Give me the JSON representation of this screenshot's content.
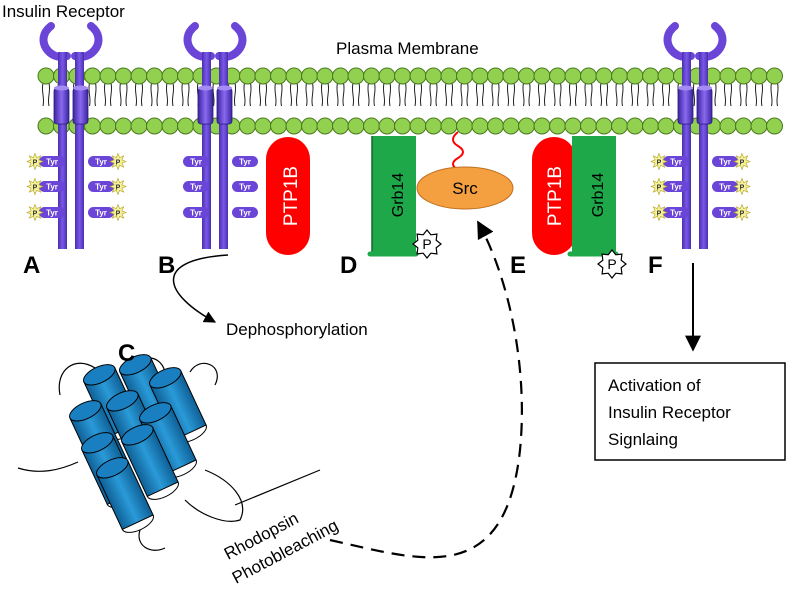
{
  "title_label": "Insulin Receptor",
  "membrane_label": "Plasma Membrane",
  "panels": {
    "a": "A",
    "b": "B",
    "c": "C",
    "d": "D",
    "e": "E",
    "f": "F"
  },
  "residue_label": "Tyr",
  "phospho_label": "P",
  "proteins": {
    "ptp1b": "PTP1B",
    "grb14": "Grb14",
    "src": "Src"
  },
  "dephosphorylation_label": "Dephosphorylation",
  "rhodopsin_label": "Rhodopsin",
  "photobleaching_label": "Photobleaching",
  "activation_box": {
    "line1": "Activation of",
    "line2": "Insulin Receptor",
    "line3": "Signlaing"
  },
  "colors": {
    "receptor": "#6a45d8",
    "receptor_dark": "#2a1a7a",
    "lipid_head": "#92d050",
    "ptp1b": "#ff0000",
    "grb14": "#1ea84a",
    "src": "#f5a040",
    "rhodopsin": "#1a7fc0",
    "phospho_star": "#f5f29a"
  }
}
